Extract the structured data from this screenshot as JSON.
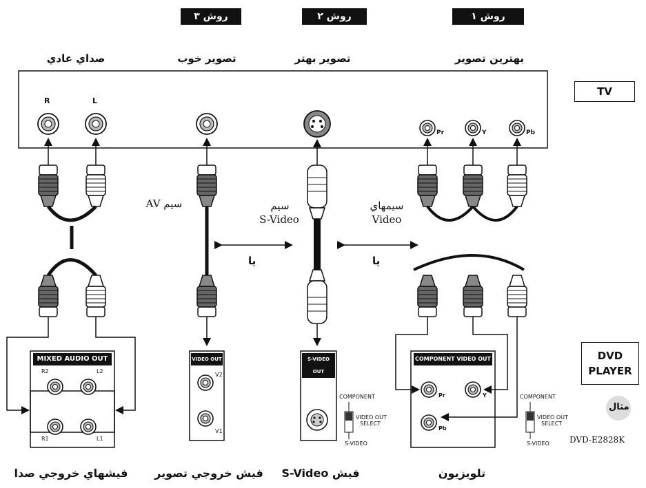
{
  "methods": {
    "m1": {
      "tab": "روش ١",
      "heading": "بهترين تصوير"
    },
    "m2": {
      "tab": "روش ٢",
      "heading": "تصوير بهتر"
    },
    "m3": {
      "tab": "روش ٣",
      "heading": "تصوير خوب"
    },
    "audio_heading": "صداي عادي"
  },
  "tv": {
    "label": "TV",
    "jack_labels": {
      "r": "R",
      "l": "L",
      "pr": "Pr",
      "y": "Y",
      "pb": "Pb"
    }
  },
  "cables": {
    "av": "سيم AV",
    "svideo_line1": "سيم",
    "svideo_line2": "S-Video",
    "video_line1": "سيمهاي",
    "video_line2": "Video",
    "or_1": "يا",
    "or_2": "يا"
  },
  "dvd": {
    "label_line1": "DVD",
    "label_line2": "PLAYER",
    "example": "مثال",
    "model": "DVD-E2828K",
    "panels": {
      "mixed_audio_out": "MIXED AUDIO OUT",
      "video_out": "VIDEO OUT",
      "svideo_out": "S-VIDEO OUT",
      "component_video_out": "COMPONENT VIDEO OUT"
    },
    "jack_labels": {
      "r2": "R2",
      "l2": "L2",
      "r1": "R1",
      "l1": "L1",
      "v2": "V2",
      "v1": "V1",
      "pr": "Pr",
      "y": "Y",
      "pb": "Pb"
    },
    "switch": {
      "component": "COMPONENT",
      "select_line1": "VIDEO OUT",
      "select_line2": "SELECT",
      "svideo": "S-VIDEO"
    }
  },
  "bottom_labels": {
    "audio": "فيشهاي خروجي صدا",
    "video": "فيش خروجي تصوير",
    "svideo": "فيش S-Video",
    "tv": "تلويزيون"
  }
}
